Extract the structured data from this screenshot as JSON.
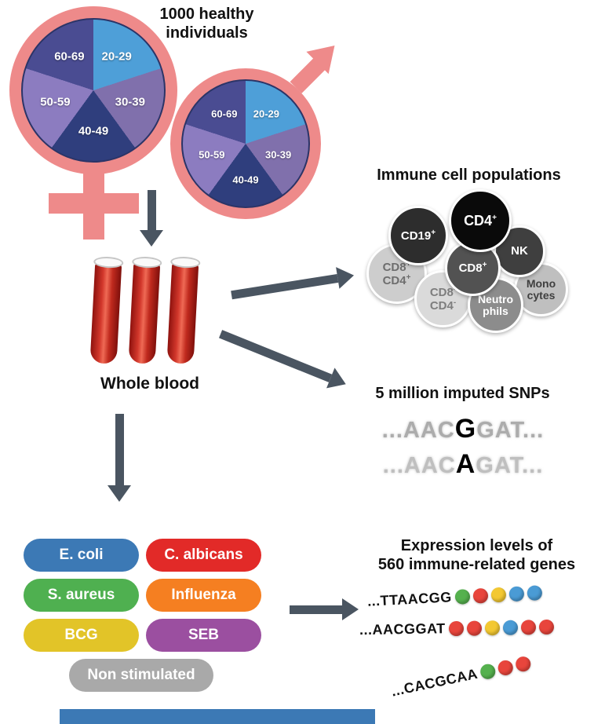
{
  "header": {
    "line1": "1000 healthy",
    "line2": "individuals"
  },
  "demographics": {
    "age_groups": [
      "20-29",
      "30-39",
      "40-49",
      "50-59",
      "60-69"
    ],
    "pie_slice_colors": [
      "#4E9FD8",
      "#8070AC",
      "#2F3E7D",
      "#8C7CC0",
      "#4A4C92"
    ],
    "symbol_color": "#EE8A8A"
  },
  "blood_label": "Whole blood",
  "immune_cells": {
    "title": "Immune cell populations",
    "cells": [
      {
        "line1": "CD19",
        "sup1": "+",
        "bg": "#2D2D2D",
        "fg": "#FFFFFF"
      },
      {
        "line1": "CD4",
        "sup1": "+",
        "bg": "#0A0A0A",
        "fg": "#FFFFFF"
      },
      {
        "line1": "NK",
        "bg": "#3F3F3F",
        "fg": "#FFFFFF"
      },
      {
        "line1": "CD8",
        "sup1": "+",
        "bg": "#525252",
        "fg": "#FFFFFF"
      },
      {
        "line1": "CD8",
        "sup1": "+",
        "line2": "CD4",
        "sup2": "+",
        "bg": "#CDCDCD",
        "fg": "#6E6E6E"
      },
      {
        "line1": "CD8",
        "sup1": "-",
        "line2": "CD4",
        "sup2": "-",
        "bg": "#DADADA",
        "fg": "#7E7E7E"
      },
      {
        "line1": "Neutro",
        "line2": "phils",
        "bg": "#8C8C8C",
        "fg": "#FFFFFF"
      },
      {
        "line1": "Mono",
        "line2": "cytes",
        "bg": "#BFBFBF",
        "fg": "#3F3F3F"
      }
    ]
  },
  "snps": {
    "title": "5 million imputed SNPs",
    "sequences": [
      {
        "pre": "...AAC",
        "variant": "G",
        "post": "GAT..."
      },
      {
        "pre": "...AAC",
        "variant": "A",
        "post": "GAT..."
      }
    ]
  },
  "stimuli": [
    {
      "label": "E. coli",
      "color": "#3C79B5"
    },
    {
      "label": "C. albicans",
      "color": "#E22A28"
    },
    {
      "label": "S. aureus",
      "color": "#4FB050"
    },
    {
      "label": "Influenza",
      "color": "#F57F21"
    },
    {
      "label": "BCG",
      "color": "#E2C428"
    },
    {
      "label": "SEB",
      "color": "#9B4FA0"
    },
    {
      "label": "Non stimulated",
      "color": "#A9A9A9"
    }
  ],
  "expression": {
    "title_line1": "Expression levels of",
    "title_line2": "560 immune-related genes",
    "dot_colors": {
      "green": "#55B14E",
      "red": "#E8453C",
      "yellow": "#F3C832",
      "blue": "#4A9BD5"
    },
    "rows": [
      {
        "sequence": "...TTAACGG",
        "dots": [
          "green",
          "red",
          "yellow",
          "blue",
          "blue"
        ]
      },
      {
        "sequence": "...AACGGAT",
        "dots": [
          "red",
          "red",
          "yellow",
          "blue",
          "red",
          "red"
        ]
      },
      {
        "sequence": "...CACGCAA",
        "dots": [
          "green",
          "red",
          "red"
        ]
      }
    ]
  },
  "misc": {
    "flow_arrow_color": "#4A5561",
    "bottom_bar_color": "#3C79B5"
  }
}
